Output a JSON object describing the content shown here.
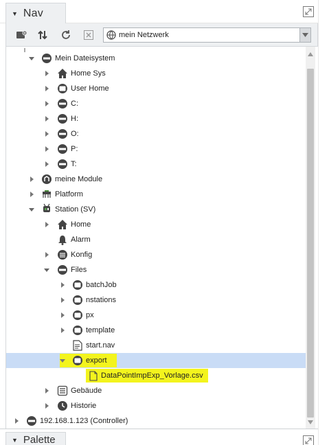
{
  "nav": {
    "tab_label": "Nav",
    "network_select": {
      "value": "mein Netzwerk",
      "icon": "globe-icon"
    },
    "toolbar_icons": [
      "new-folder-icon",
      "sort-icon",
      "refresh-icon",
      "close-icon"
    ]
  },
  "tree": [
    {
      "label": "Mein Dateisystem",
      "icon": "drive-icon",
      "expanded": true,
      "depth": 1
    },
    {
      "label": "Home Sys",
      "icon": "home-icon",
      "expanded": false,
      "depth": 2
    },
    {
      "label": "User Home",
      "icon": "folder-icon",
      "expanded": false,
      "depth": 2
    },
    {
      "label": "C:",
      "icon": "drive-icon",
      "expanded": false,
      "depth": 2
    },
    {
      "label": "H:",
      "icon": "drive-icon",
      "expanded": false,
      "depth": 2
    },
    {
      "label": "O:",
      "icon": "drive-icon",
      "expanded": false,
      "depth": 2
    },
    {
      "label": "P:",
      "icon": "drive-icon",
      "expanded": false,
      "depth": 2
    },
    {
      "label": "T:",
      "icon": "drive-icon",
      "expanded": false,
      "depth": 2
    },
    {
      "label": "meine Module",
      "icon": "module-icon",
      "expanded": false,
      "depth": 1
    },
    {
      "label": "Platform",
      "icon": "platform-icon",
      "expanded": false,
      "depth": 1
    },
    {
      "label": "Station (SV)",
      "icon": "station-icon",
      "expanded": true,
      "depth": 1
    },
    {
      "label": "Home",
      "icon": "home-icon",
      "expanded": false,
      "depth": 2
    },
    {
      "label": "Alarm",
      "icon": "bell-icon",
      "expanded": null,
      "depth": 2
    },
    {
      "label": "Konfig",
      "icon": "database-icon",
      "expanded": false,
      "depth": 2
    },
    {
      "label": "Files",
      "icon": "drive-icon",
      "expanded": true,
      "depth": 2
    },
    {
      "label": "batchJob",
      "icon": "folder-icon",
      "expanded": false,
      "depth": 3
    },
    {
      "label": "nstations",
      "icon": "folder-icon",
      "expanded": false,
      "depth": 3
    },
    {
      "label": "px",
      "icon": "folder-icon",
      "expanded": false,
      "depth": 3
    },
    {
      "label": "template",
      "icon": "folder-icon",
      "expanded": false,
      "depth": 3
    },
    {
      "label": "start.nav",
      "icon": "file-icon",
      "expanded": null,
      "depth": 3
    },
    {
      "label": "export",
      "icon": "folder-icon",
      "expanded": true,
      "depth": 3,
      "selected": true,
      "highlighted": true
    },
    {
      "label": "DataPointImpExp_Vorlage.csv",
      "icon": "file-icon",
      "expanded": null,
      "depth": 4,
      "highlighted": true
    },
    {
      "label": "Gebäude",
      "icon": "building-icon",
      "expanded": false,
      "depth": 2
    },
    {
      "label": "Historie",
      "icon": "history-icon",
      "expanded": false,
      "depth": 2
    },
    {
      "label": "192.168.1.123 (Controller)",
      "icon": "controller-icon",
      "expanded": false,
      "depth": 0
    }
  ],
  "palette": {
    "tab_label": "Palette"
  },
  "colors": {
    "selection": "#c9dcf6",
    "highlight": "#f3f41d",
    "panel": "#eef0f2"
  }
}
